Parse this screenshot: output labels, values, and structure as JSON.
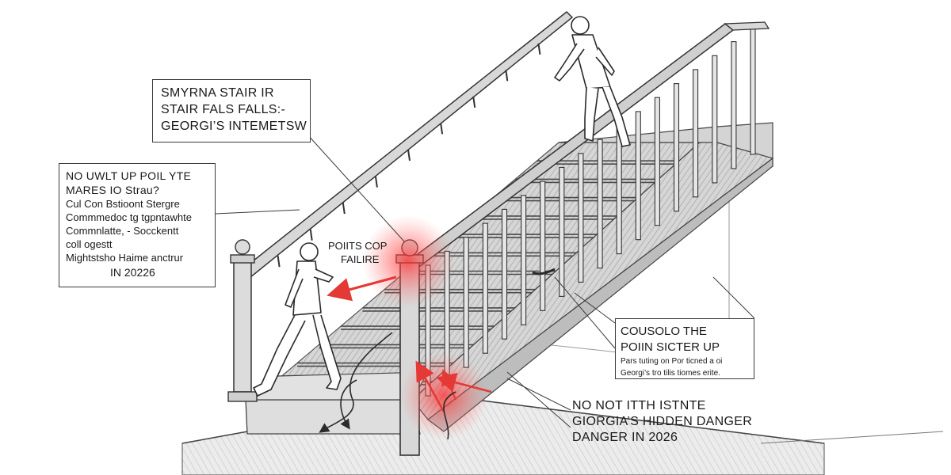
{
  "callout_top": {
    "lines": [
      "SMYRNA STAIR IR",
      "STAIR FALS FALLS:-",
      "GEORGI’S INTEMETSW"
    ]
  },
  "callout_left": {
    "heading": [
      "NO UWLT UP POIL YTE",
      "MARES IO Strau?"
    ],
    "body": [
      "Cul Con Bstioont Stergre",
      "Commmedoc tg tgpntawhte",
      "Commnlatte, - Socckentt",
      "coll ogestt",
      "Mightstsho Haime anctrur"
    ],
    "year": "IN 20226"
  },
  "label_failure": [
    "POIITS COP",
    "FAILIRE"
  ],
  "callout_right": {
    "heading": [
      "COUSOLO THE",
      "POIIN SICTER UP"
    ],
    "body": [
      "Pars tuting on Por ticned a oi",
      "Georgi’s tro tilis tiomes erite."
    ]
  },
  "label_bottom": [
    "NO NOT ITTH ISTNTE",
    "GIORGIA’S HIDDEN DANGER",
    "DANGER  IN 2026"
  ],
  "colors": {
    "ink": "#3a3a3a",
    "danger": "#e53935",
    "glow": "#ff3b3b"
  },
  "icons": [
    "climbing-person-figure",
    "descending-person-figure",
    "warning-arrow"
  ]
}
